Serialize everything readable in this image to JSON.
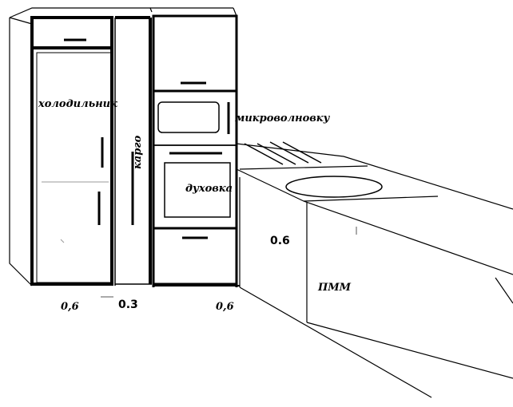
{
  "labels": {
    "fridge": "холодильник",
    "cargo": "карго",
    "microwave": "микроволновку",
    "oven": "духовка",
    "dishwasher": "ПММ"
  },
  "dimensions": {
    "fridge_width": "0,6",
    "cargo_width": "0.3",
    "oven_column_width": "0,6",
    "counter_depth": "0.6"
  }
}
